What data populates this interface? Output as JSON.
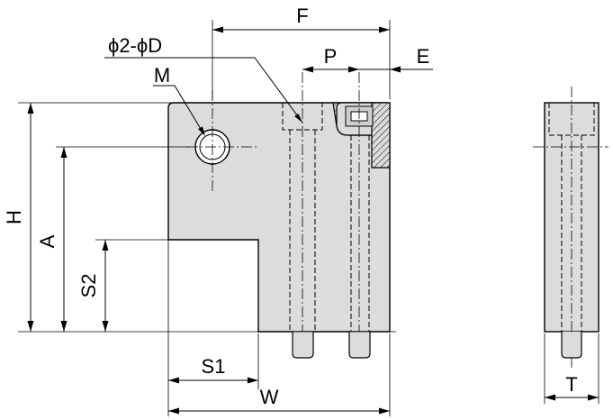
{
  "labels": {
    "F": "F",
    "holes": "ϕ2-ϕD",
    "P": "P",
    "E": "E",
    "M": "M",
    "H": "H",
    "A": "A",
    "S2": "S2",
    "S1": "S1",
    "W": "W",
    "T": "T"
  },
  "colors": {
    "part_fill": "#dcdcdc",
    "line": "#000000",
    "background": "#ffffff"
  }
}
